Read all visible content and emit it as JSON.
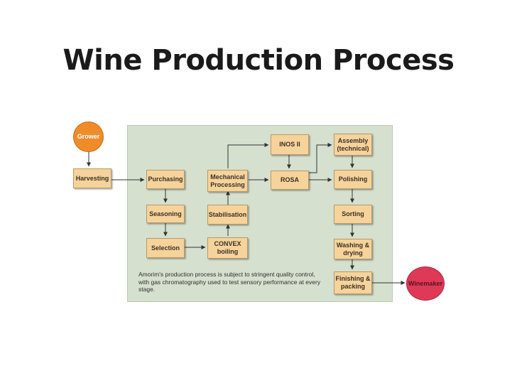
{
  "slide": {
    "title": "Wine Production Process"
  },
  "diagram": {
    "nodes": {
      "grower": "Grower",
      "harvesting": "Harvesting",
      "purchasing": "Purchasing",
      "seasoning": "Seasoning",
      "selection": "Selection",
      "mechanical_processing": "Mechanical\nProcessing",
      "stabilisation": "Stabilisation",
      "convex_boiling": "CONVEX\nboiling",
      "inos_ii": "INOS II",
      "rosa": "ROSA",
      "assembly": "Assembly\n(technical)",
      "polishing": "Polishing",
      "sorting": "Sorting",
      "washing_drying": "Washing &\ndrying",
      "finishing_packing": "Finishing &\npacking",
      "winemaker": "Winemaker"
    },
    "note": "Amorim's production process is subject to stringent quality control, with gas chromatography used to test sensory performance at every stage.",
    "colors": {
      "panel": "#d6e0cf",
      "box": "#f6d39b",
      "grower": "#ef8c2a",
      "winemaker": "#de3a58"
    }
  }
}
